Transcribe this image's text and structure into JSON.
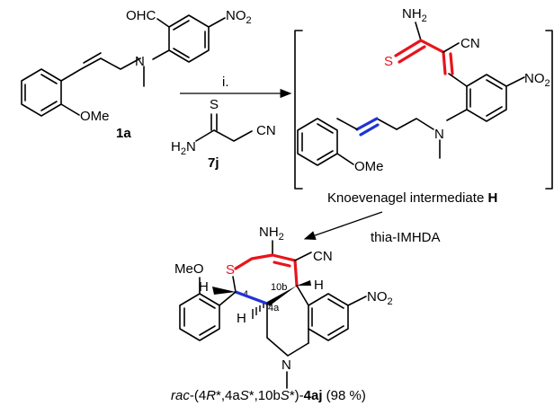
{
  "colors": {
    "thia_highlight": "#e8141c",
    "alkene_highlight": "#1f33d6",
    "ink": "#000000"
  },
  "reactant_1a": {
    "label": "1a",
    "aldehyde": "OHC",
    "nitro": "NO",
    "nitro_sub": "2",
    "amine_n": "N",
    "methoxy": "OMe"
  },
  "reagent_7j": {
    "label": "7j",
    "thione_s": "S",
    "amine": "H",
    "amine_sub": "2",
    "amine_n": "N",
    "nitrile": "CN"
  },
  "step": {
    "condition": "i."
  },
  "intermediate_H": {
    "nh": "NH",
    "nh_sub": "2",
    "s": "S",
    "cn": "CN",
    "nitro": "NO",
    "nitro_sub": "2",
    "amine_n": "N",
    "methoxy": "OMe",
    "caption_prefix": "Knoevenagel intermediate ",
    "caption_bold": "H"
  },
  "arrow_2": {
    "label": "thia-IMHDA"
  },
  "product_4aj": {
    "nh": "NH",
    "nh_sub": "2",
    "s": "S",
    "cn": "CN",
    "meo": "MeO",
    "h_left": "H",
    "h_right": "H",
    "h_center": "H",
    "locant_4": "4",
    "locant_10b": "10b",
    "locant_4a": "4a",
    "nitro": "NO",
    "nitro_sub": "2",
    "amine_n": "N",
    "caption_italic": "rac",
    "caption_a": "-(4",
    "caption_r": "R",
    "caption_b": "*,4a",
    "caption_s1": "S",
    "caption_c": "*,10b",
    "caption_s2": "S",
    "caption_d": "*)-",
    "caption_bold": "4aj",
    "caption_e": " (98 %)"
  }
}
